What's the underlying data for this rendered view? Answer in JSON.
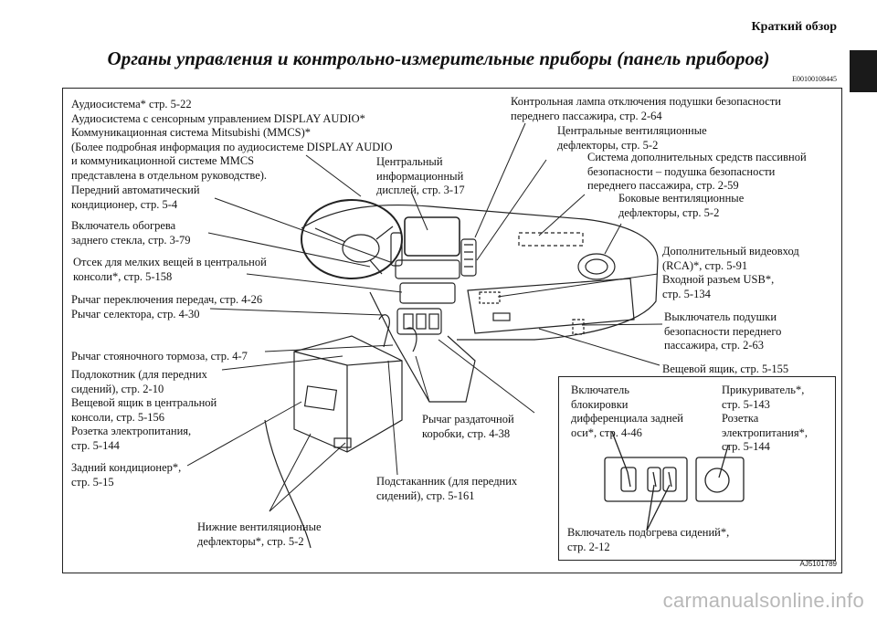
{
  "header": {
    "section": "Краткий обзор",
    "title": "Органы управления и контрольно-измерительные приборы (панель приборов)",
    "code": "E00100108445"
  },
  "labels": {
    "audio": [
      "Аудиосистема* стр. 5-22",
      "Аудиосистема с сенсорным управлением DISPLAY AUDIO*",
      "Коммуникационная система Mitsubishi (MMCS)*",
      "(Более подробная информация по аудиосистеме DISPLAY AUDIO",
      "и коммуникационной системе MMCS",
      "представлена в отдельном руководстве)."
    ],
    "auto_ac": [
      "Передний автоматический",
      "кондиционер, стр. 5-4"
    ],
    "rear_defogger": [
      "Включатель обогрева",
      "заднего стекла, стр. 3-79"
    ],
    "console_box_small": [
      "Отсек для мелких вещей в центральной",
      "консоли*, стр. 5-158"
    ],
    "gear_lever": [
      "Рычаг переключения передач, стр. 4-26",
      "Рычаг селектора, стр. 4-30"
    ],
    "parking_brake": [
      "Рычаг стояночного тормоза, стр. 4-7"
    ],
    "armrest": [
      "Подлокотник (для передних",
      "сидений), стр. 2-10",
      "Вещевой ящик в центральной",
      "консоли, стр. 5-156",
      "Розетка электропитания,",
      "стр. 5-144"
    ],
    "rear_ac": [
      "Задний кондиционер*,",
      "стр. 5-15"
    ],
    "lower_vents": [
      "Нижние вентиляционные",
      "дефлекторы*, стр. 5-2"
    ],
    "cup_holder": [
      "Подстаканник (для передних",
      "сидений), стр. 5-161"
    ],
    "transfer_lever": [
      "Рычаг раздаточной",
      "коробки, стр. 4-38"
    ],
    "center_display": [
      "Центральный",
      "информационный",
      "дисплей, стр. 3-17"
    ],
    "airbag_off_lamp": [
      "Контрольная лампа отключения подушки безопасности",
      "переднего пассажира, стр. 2-64"
    ],
    "center_vents": [
      "Центральные вентиляционные",
      "дефлекторы, стр. 5-2"
    ],
    "srs": [
      "Система дополнительных средств пассивной",
      "безопасности – подушка безопасности",
      "переднего пассажира, стр. 2-59"
    ],
    "side_vents": [
      "Боковые вентиляционные",
      "дефлекторы, стр. 5-2"
    ],
    "aux_input": [
      "Дополнительный видеовход",
      "(RCA)*, стр. 5-91",
      "Входной разъем USB*,",
      "стр. 5-134"
    ],
    "airbag_switch": [
      "Выключатель подушки",
      "безопасности переднего",
      "пассажира, стр. 2-63"
    ],
    "glove_box": [
      "Вещевой ящик, стр. 5-155"
    ]
  },
  "inset": {
    "diff_lock": [
      "Включатель",
      "блокировки",
      "дифференциала задней",
      "оси*, стр. 4-46"
    ],
    "lighter": [
      "Прикуриватель*,",
      "стр. 5-143",
      "Розетка",
      "электропитания*,",
      "стр. 5-144"
    ],
    "seat_heater": [
      "Включатель подогрева сидений*,",
      "стр. 2-12"
    ]
  },
  "diagram_code": "AJ5101789",
  "watermark": "carmanualsonline.info"
}
